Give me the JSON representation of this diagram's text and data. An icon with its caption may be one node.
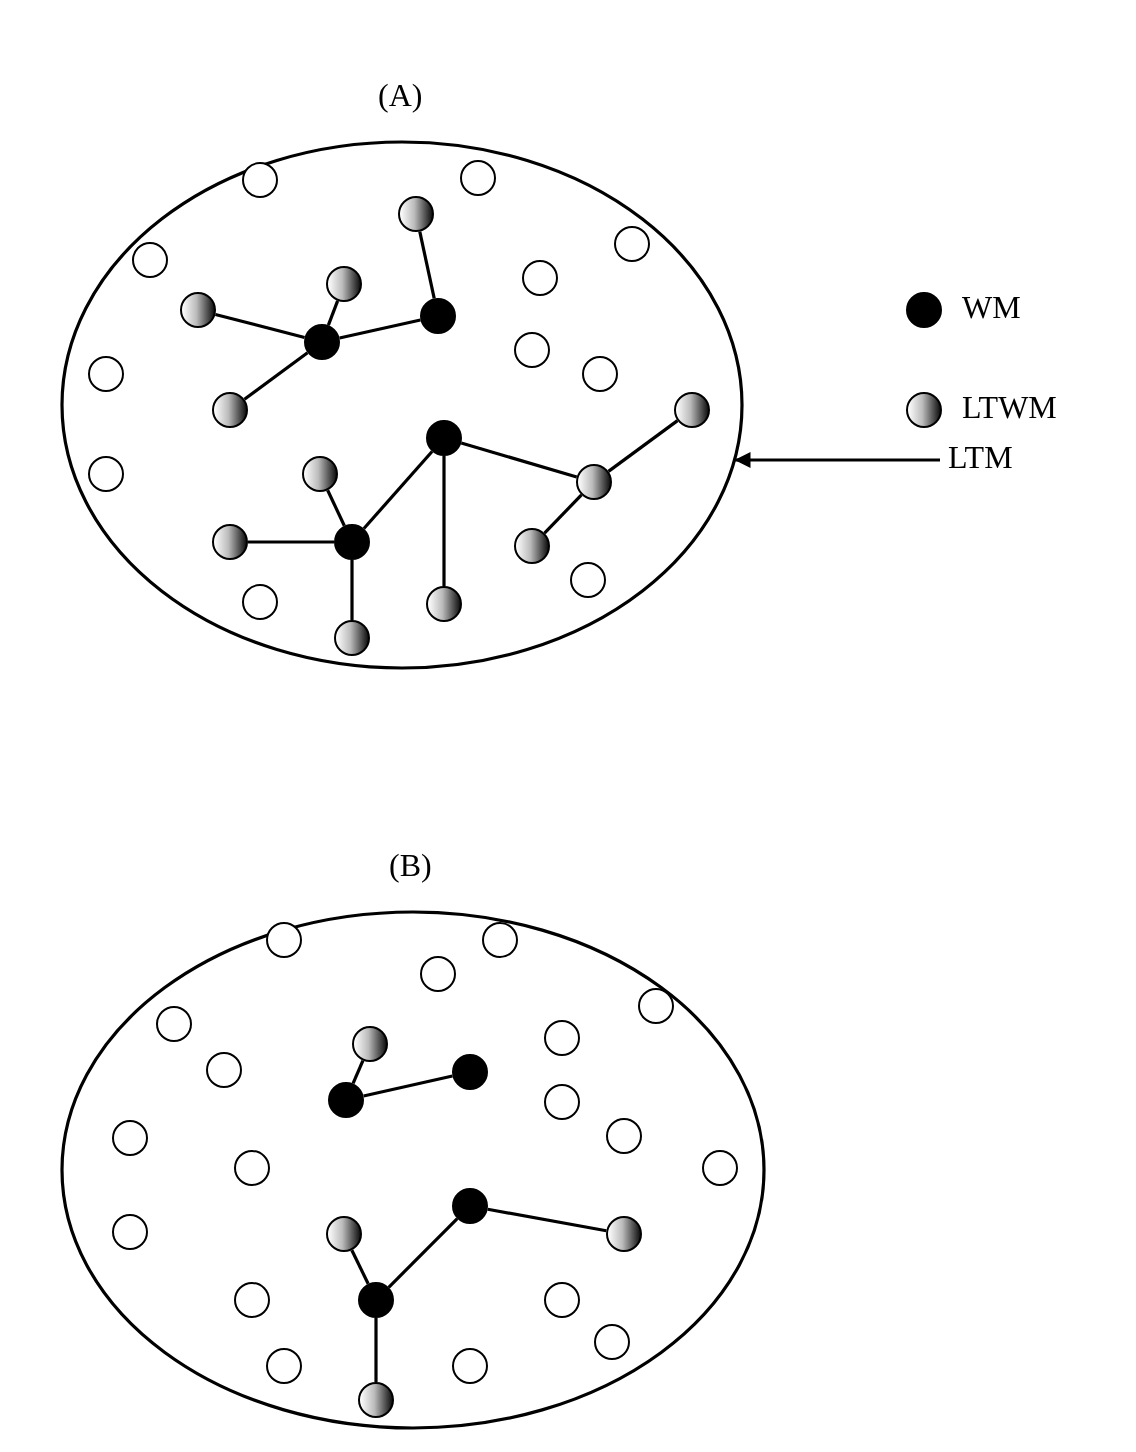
{
  "diagram": {
    "nodes": [
      {
        "text": [
          "(A)"
        ]
      },
      {
        "text": [],
        "shape": "circle",
        "in": 0
      },
      {
        "text": [],
        "shape": "circle",
        "in": 0
      },
      {
        "text": [],
        "shape": "circle",
        "in": 0
      },
      {
        "text": [],
        "shape": "circle",
        "in": 0
      },
      {
        "text": [],
        "shape": "circle",
        "in": 0
      },
      {
        "text": [],
        "shape": "circle",
        "in": 0
      },
      {
        "text": [],
        "shape": "circle",
        "in": 0
      },
      {
        "text": [],
        "shape": "circle",
        "in": 0
      },
      {
        "text": [],
        "shape": "circle",
        "in": 0
      },
      {
        "text": [],
        "shape": "circle",
        "in": 0
      },
      {
        "text": [],
        "shape": "circle",
        "in": 0
      },
      {
        "text": [],
        "shape": "circle",
        "in": 0
      },
      {
        "text": [],
        "shape": "circle",
        "in": 0
      },
      {
        "text": [],
        "shape": "circle",
        "in": 0
      },
      {
        "text": [],
        "shape": "circle",
        "in": 0
      },
      {
        "text": [],
        "shape": "circle",
        "in": 0
      },
      {
        "text": [],
        "shape": "circle",
        "in": 0
      },
      {
        "text": [],
        "shape": "circle",
        "in": 0
      },
      {
        "text": [],
        "shape": "circle",
        "in": 0
      },
      {
        "text": [],
        "shape": "circle",
        "in": 0
      },
      {
        "text": [],
        "shape": "circle",
        "in": 0
      },
      {
        "text": [],
        "shape": "circle",
        "in": 0
      },
      {
        "text": [],
        "shape": "circle",
        "in": 0
      },
      {
        "text": [],
        "shape": "circle",
        "in": 0
      },
      {
        "text": [],
        "shape": "circle",
        "in": 0
      },
      {
        "text": [],
        "shape": "circle",
        "in": 0
      },
      {
        "text": [
          "LTM"
        ]
      },
      {
        "text": [
          "(B)"
        ]
      },
      {
        "text": [],
        "shape": "circle",
        "in": 28
      },
      {
        "text": [],
        "shape": "circle",
        "in": 28
      },
      {
        "text": [],
        "shape": "circle",
        "in": 28
      },
      {
        "text": [],
        "shape": "circle",
        "in": 28
      },
      {
        "text": [],
        "shape": "circle",
        "in": 28
      },
      {
        "text": [],
        "shape": "circle",
        "in": 28
      },
      {
        "text": [],
        "shape": "circle",
        "in": 28
      },
      {
        "text": [],
        "shape": "circle",
        "in": 28
      },
      {
        "text": [],
        "shape": "circle",
        "in": 28
      },
      {
        "text": [],
        "shape": "circle",
        "in": 28
      },
      {
        "text": [],
        "shape": "circle",
        "in": 28
      },
      {
        "text": [],
        "shape": "circle",
        "in": 28
      },
      {
        "text": [],
        "shape": "circle",
        "in": 28
      },
      {
        "text": [],
        "shape": "circle",
        "in": 28
      },
      {
        "text": [],
        "shape": "circle",
        "in": 28
      },
      {
        "text": [],
        "shape": "circle",
        "in": 28
      },
      {
        "text": [],
        "shape": "circle",
        "in": 28
      },
      {
        "text": [],
        "shape": "circle",
        "in": 28
      },
      {
        "text": [],
        "shape": "circle",
        "in": 28
      },
      {
        "text": [],
        "shape": "circle",
        "in": 28
      },
      {
        "text": [],
        "shape": "circle",
        "in": 28
      },
      {
        "text": [],
        "shape": "circle",
        "in": 28
      },
      {
        "text": [],
        "shape": "circle",
        "in": 28
      },
      {
        "text": [],
        "shape": "circle",
        "in": 28
      },
      {
        "text": [],
        "shape": "circle",
        "in": 28
      },
      {
        "text": [],
        "shape": "circle",
        "in": 28
      }
    ],
    "edges": [
      {
        "from": 3,
        "to": 9,
        "arrow": "none"
      },
      {
        "from": 7,
        "to": 10,
        "arrow": "none"
      },
      {
        "from": 8,
        "to": 10,
        "arrow": "none"
      },
      {
        "from": 10,
        "to": 9,
        "arrow": "none"
      },
      {
        "from": 14,
        "to": 10,
        "arrow": "none"
      },
      {
        "from": 16,
        "to": 21,
        "arrow": "none"
      },
      {
        "from": 16,
        "to": 19,
        "arrow": "none"
      },
      {
        "from": 16,
        "to": 25,
        "arrow": "none"
      },
      {
        "from": 19,
        "to": 15,
        "arrow": "none"
      },
      {
        "from": 19,
        "to": 22,
        "arrow": "none"
      },
      {
        "from": 18,
        "to": 21,
        "arrow": "none"
      },
      {
        "from": 20,
        "to": 21,
        "arrow": "none"
      },
      {
        "from": 21,
        "to": 26,
        "arrow": "none"
      },
      {
        "from": 27,
        "to": 0,
        "arrow": "to"
      },
      {
        "from": 35,
        "to": 38,
        "arrow": "none"
      },
      {
        "from": 38,
        "to": 37,
        "arrow": "none"
      },
      {
        "from": 44,
        "to": 49,
        "arrow": "none"
      },
      {
        "from": 44,
        "to": 47,
        "arrow": "none"
      },
      {
        "from": 46,
        "to": 49,
        "arrow": "none"
      },
      {
        "from": 49,
        "to": 54,
        "arrow": "none"
      }
    ],
    "legend": [
      {
        "text": "WM",
        "color": "#000000"
      },
      {
        "text": "LTWM"
      }
    ]
  }
}
